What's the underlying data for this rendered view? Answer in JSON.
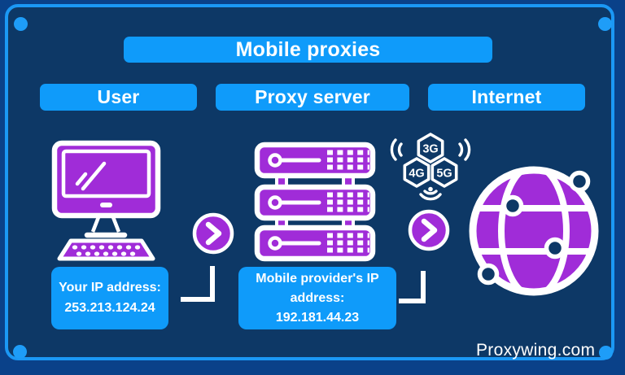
{
  "title": "Mobile proxies",
  "columns": [
    "User",
    "Proxy server",
    "Internet"
  ],
  "ip_boxes": {
    "user": {
      "lines": [
        "Your IP address:",
        "253.213.124.24"
      ]
    },
    "proxy": {
      "lines": [
        "Mobile provider's IP",
        "address:",
        "192.181.44.23"
      ]
    }
  },
  "network_badges": [
    "3G",
    "4G",
    "5G"
  ],
  "brand": "Proxywing.com",
  "colors": {
    "outer_background": "#0A4189",
    "panel_background": "#0D3866",
    "frame_border": "#1B98F5",
    "accent_blue": "#0F9BFA",
    "icon_purple": "#A02CD8",
    "text_white": "#FFFFFF"
  }
}
